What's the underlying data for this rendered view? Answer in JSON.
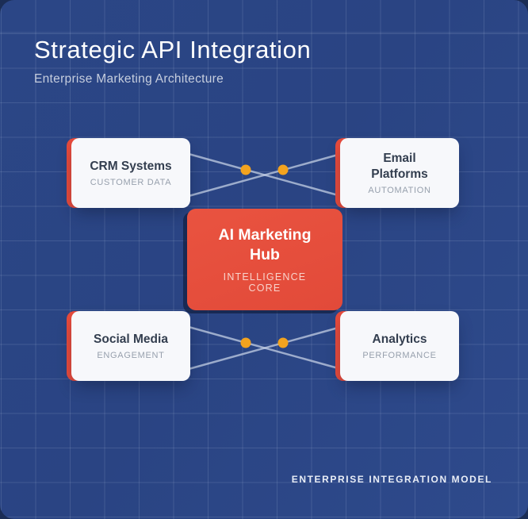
{
  "header": {
    "title": "Strategic API Integration",
    "subtitle": "Enterprise Marketing Architecture"
  },
  "hub": {
    "title": "AI Marketing Hub",
    "subtitle": "INTELLIGENCE CORE"
  },
  "nodes": [
    {
      "id": "crm",
      "title": "CRM Systems",
      "subtitle": "CUSTOMER DATA"
    },
    {
      "id": "email",
      "title": "Email Platforms",
      "subtitle": "AUTOMATION"
    },
    {
      "id": "social",
      "title": "Social Media",
      "subtitle": "ENGAGEMENT"
    },
    {
      "id": "analytics",
      "title": "Analytics",
      "subtitle": "PERFORMANCE"
    }
  ],
  "footer": {
    "label": "ENTERPRISE INTEGRATION MODEL"
  },
  "colors": {
    "panel_background": "#2a4483",
    "outer_background": "#1b2d55",
    "hub_red": "#e54e3c",
    "accent_red": "#e84b3c",
    "connector_line": "#c9d4e8",
    "connector_dot": "#f3a31f",
    "card_background": "#f7f8fb",
    "card_title_text": "#333e4f",
    "card_subtitle_text": "#97a0ad"
  }
}
